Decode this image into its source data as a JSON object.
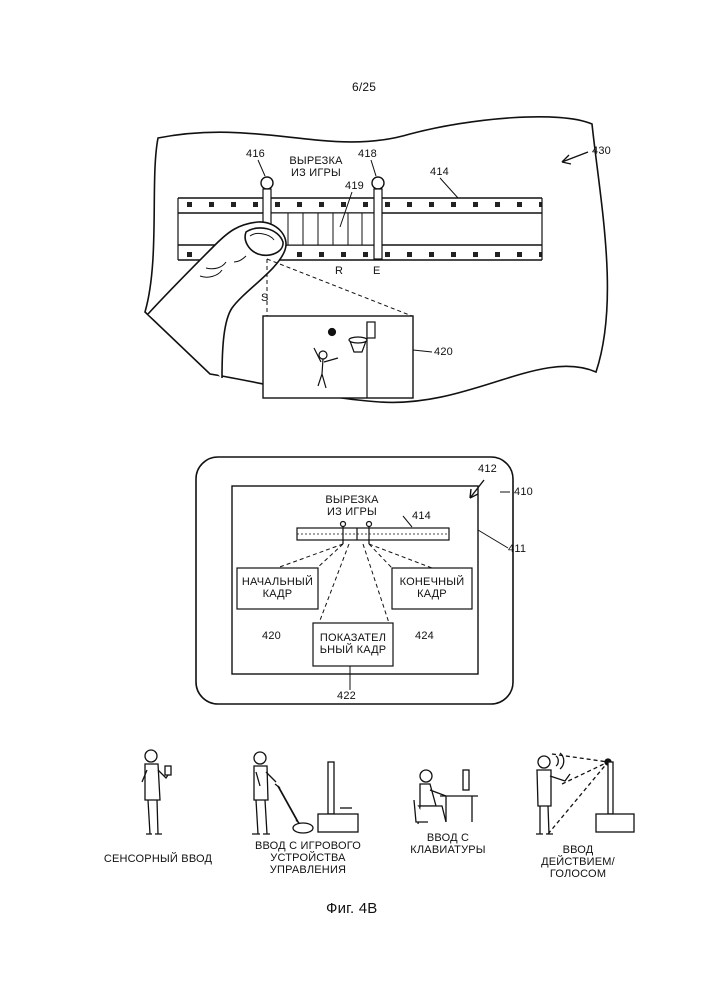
{
  "page_number": "6/25",
  "figure_caption": "Фиг. 4В",
  "top_illustration": {
    "clip_label": "ВЫРЕЗКА\nИЗ ИГРЫ",
    "ref_430": "430",
    "ref_416": "416",
    "ref_418": "418",
    "ref_419": "419",
    "ref_414": "414",
    "ref_420": "420",
    "marker_s": "S",
    "marker_r": "R",
    "marker_e": "E"
  },
  "device_panel": {
    "ref_410": "410",
    "ref_411": "411",
    "ref_412": "412",
    "ref_414": "414",
    "clip_label": "ВЫРЕЗКА\nИЗ ИГРЫ",
    "start_frame": {
      "label": "НАЧАЛЬНЫЙ\nКАДР",
      "ref": "420"
    },
    "end_frame": {
      "label": "КОНЕЧНЫЙ\nКАДР",
      "ref": "424"
    },
    "representative_frame": {
      "label": "ПОКАЗАТЕЛ\nЬНЫЙ КАДР",
      "ref": "422"
    }
  },
  "input_methods": [
    {
      "label": "СЕНСОРНЫЙ ВВОД"
    },
    {
      "label": "ВВОД С ИГРОВОГО\nУСТРОЙСТВА\nУПРАВЛЕНИЯ"
    },
    {
      "label": "ВВОД С\nКЛАВИАТУРЫ"
    },
    {
      "label": "ВВОД\nДЕЙСТВИЕМ/\nГОЛОСОМ"
    }
  ]
}
